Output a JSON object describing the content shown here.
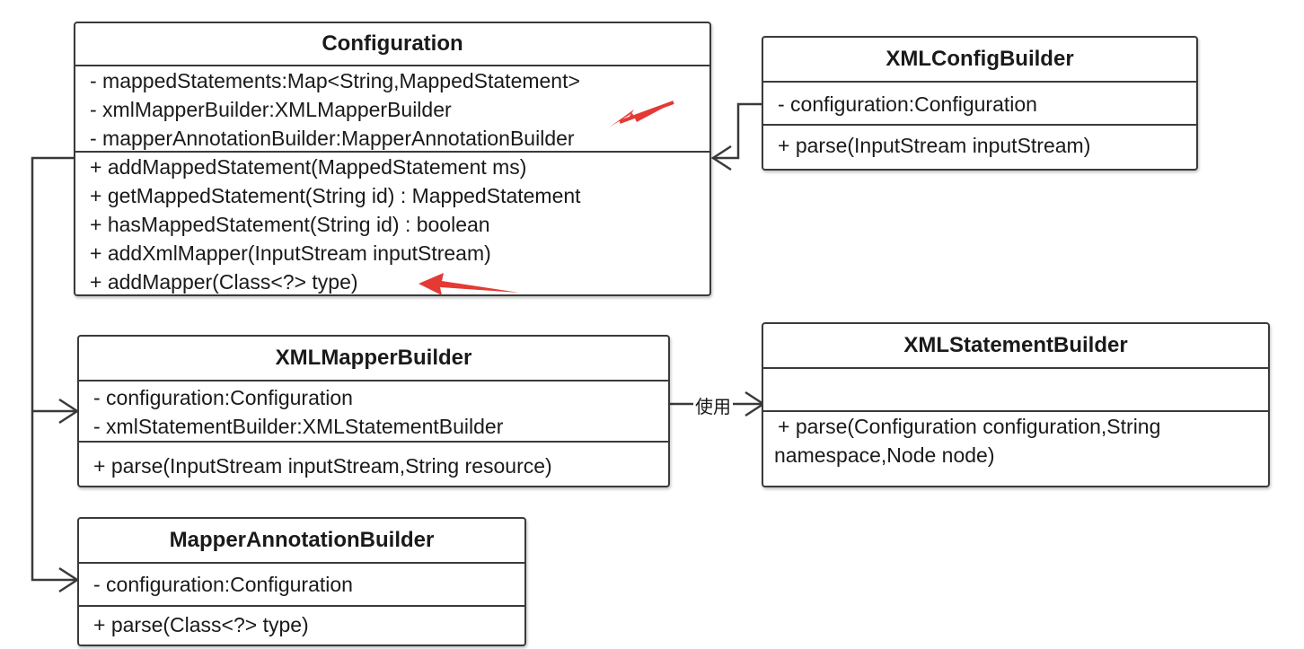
{
  "classes": {
    "configuration": {
      "name": "Configuration",
      "attributes": [
        "- mappedStatements:Map<String,MappedStatement>",
        "- xmlMapperBuilder:XMLMapperBuilder",
        "- mapperAnnotationBuilder:MapperAnnotationBuilder"
      ],
      "methods": [
        "+ addMappedStatement(MappedStatement ms)",
        "+ getMappedStatement(String id) : MappedStatement",
        "+ hasMappedStatement(String id) : boolean",
        "+ addXmlMapper(InputStream inputStream)",
        "+ addMapper(Class<?> type)"
      ]
    },
    "xml_config_builder": {
      "name": "XMLConfigBuilder",
      "attributes": [
        "- configuration:Configuration"
      ],
      "methods": [
        "+ parse(InputStream inputStream)"
      ]
    },
    "xml_mapper_builder": {
      "name": "XMLMapperBuilder",
      "attributes": [
        "- configuration:Configuration",
        "- xmlStatementBuilder:XMLStatementBuilder"
      ],
      "methods": [
        "+ parse(InputStream inputStream,String resource)"
      ]
    },
    "xml_statement_builder": {
      "name": "XMLStatementBuilder",
      "attributes": [],
      "methods": [
        "+ parse(Configuration configuration,String",
        "namespace,Node node)"
      ]
    },
    "mapper_annotation_builder": {
      "name": "MapperAnnotationBuilder",
      "attributes": [
        "- configuration:Configuration"
      ],
      "methods": [
        "+ parse(Class<?> type)"
      ]
    }
  },
  "edges": {
    "uses_label": "使用"
  },
  "colors": {
    "border": "#3a3a3a",
    "connector": "#3a3a3a",
    "highlight_arrow": "#e53935"
  }
}
